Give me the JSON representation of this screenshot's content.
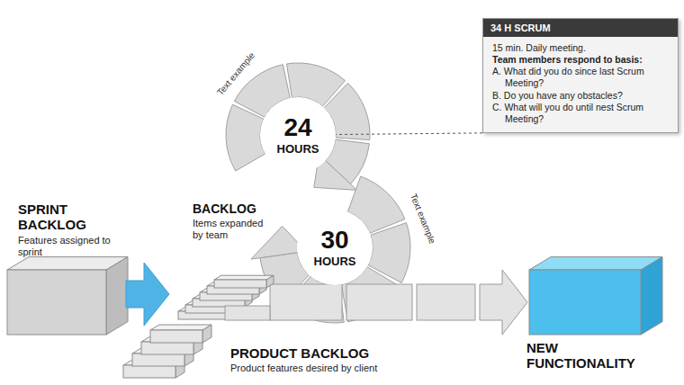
{
  "diagram": {
    "nodes": [
      {
        "text": [
          "34 H SCRUM",
          "15 min. Daily meeting.",
          "Team members respond to basis:",
          "A. What did you do since last Scrum Meeting?",
          "B. Do you have any obstacles?",
          "C. What will you do until nest Scrum Meeting?"
        ]
      },
      {
        "text": [
          "24",
          "HOURS"
        ]
      },
      {
        "text": [
          "30",
          "HOURS"
        ]
      }
    ],
    "edges": [
      {
        "from": 0,
        "to": 1,
        "arrow": "none"
      }
    ],
    "labels": [
      "SPRINT BACKLOG",
      "Features assigned to sprint",
      "BACKLOG",
      "Items expanded by team",
      "PRODUCT BACKLOG",
      "Product features desired by client",
      "NEW FUNCTIONALITY",
      "Text example",
      "Text example"
    ]
  }
}
